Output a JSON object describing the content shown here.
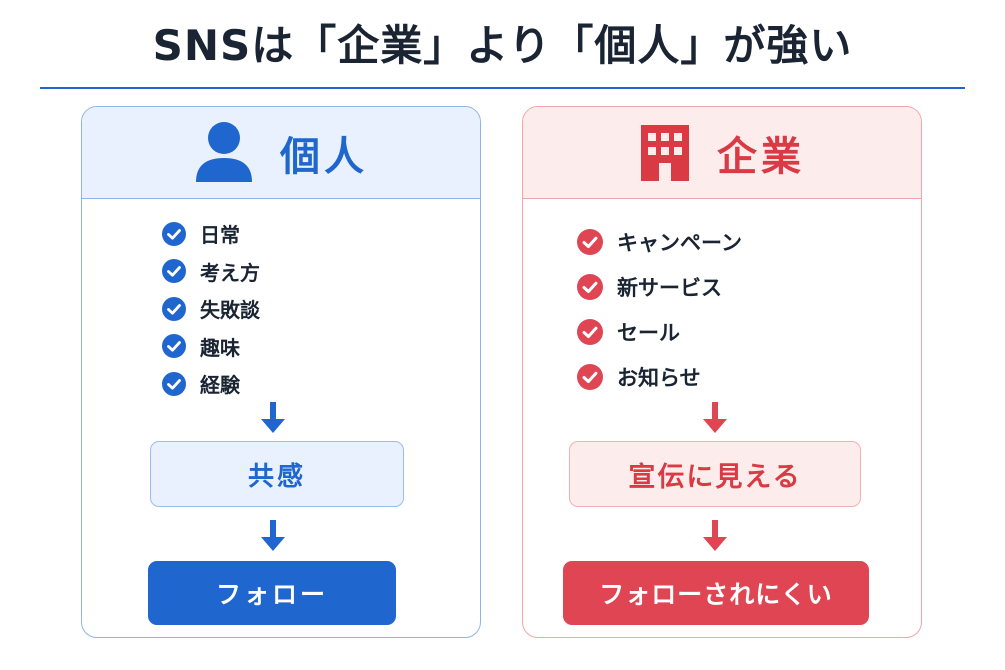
{
  "title": "SNSは「企業」より「個人」が強い",
  "colors": {
    "person_accent": "#1f66cf",
    "company_accent": "#d93a43",
    "company_button": "#df4552",
    "title_text": "#1a2433"
  },
  "person": {
    "icon": "person-icon",
    "heading": "個人",
    "items": [
      "日常",
      "考え方",
      "失敗談",
      "趣味",
      "経験"
    ],
    "result": "共感",
    "outcome": "フォロー"
  },
  "company": {
    "icon": "building-icon",
    "heading": "企業",
    "items": [
      "キャンペーン",
      "新サービス",
      "セール",
      "お知らせ"
    ],
    "result": "宣伝に見える",
    "outcome": "フォローされにくい"
  }
}
